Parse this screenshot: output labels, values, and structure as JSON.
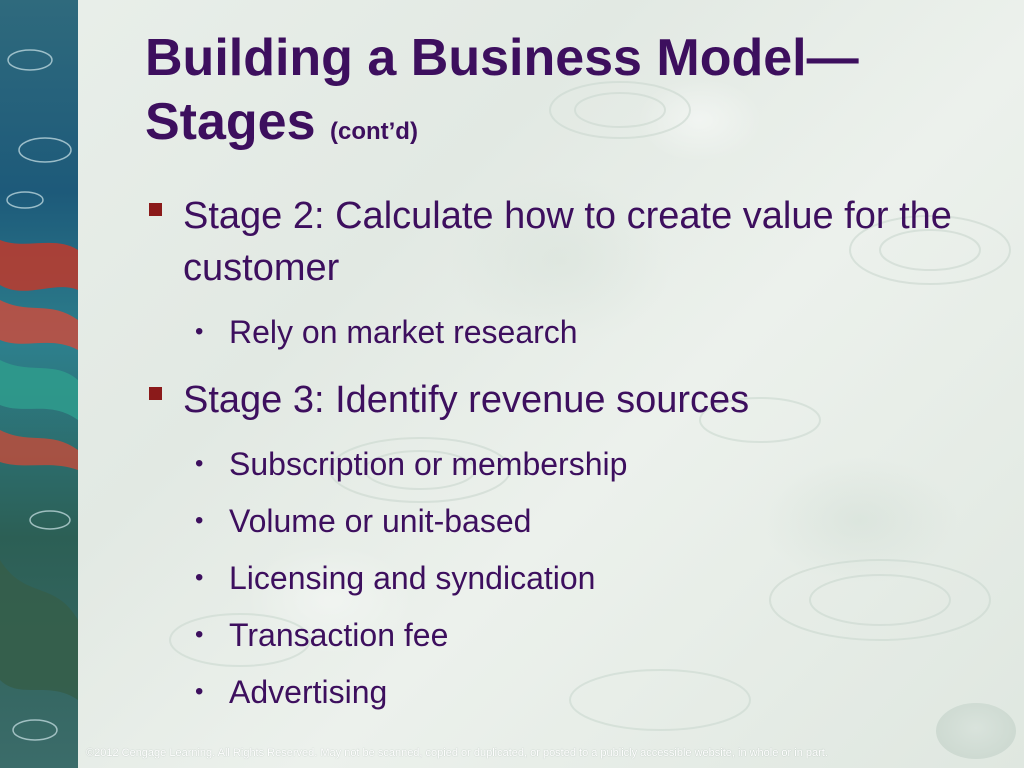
{
  "slide": {
    "title_line1": "Building a Business Model—",
    "title_line2": "Stages",
    "title_sub": "(cont’d)",
    "points": [
      {
        "text": "Stage 2: Calculate how to create value for the customer",
        "subpoints": [
          "Rely on market research"
        ]
      },
      {
        "text": "Stage 3: Identify revenue sources",
        "subpoints": [
          "Subscription or membership",
          "Volume or unit-based",
          "Licensing and syndication",
          "Transaction fee",
          "Advertising"
        ]
      }
    ],
    "footer": "©2012 Cengage Learning. All Rights Reserved. May not be scanned, copied or duplicated, or posted to a publicly accessible website, in whole or in part."
  },
  "colors": {
    "title": "#3d0f5e",
    "bullet_square": "#8b1a1a",
    "background": "#e6ece7"
  }
}
